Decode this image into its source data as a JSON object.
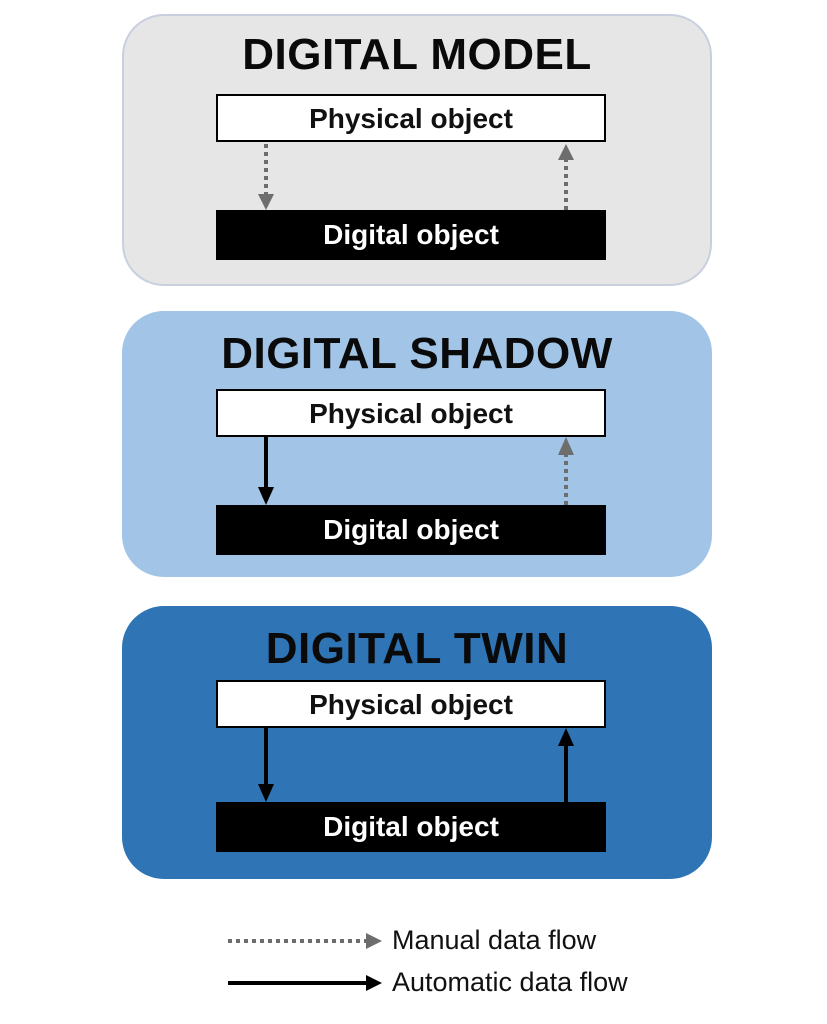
{
  "panels": [
    {
      "title": "DIGITAL MODEL",
      "physical_label": "Physical object",
      "digital_label": "Digital object",
      "flow_down": "manual",
      "flow_up": "manual",
      "background": "#e7e6e7"
    },
    {
      "title": "DIGITAL SHADOW",
      "physical_label": "Physical object",
      "digital_label": "Digital object",
      "flow_down": "automatic",
      "flow_up": "manual",
      "background": "#a1c4e7"
    },
    {
      "title": "DIGITAL TWIN",
      "physical_label": "Physical object",
      "digital_label": "Digital object",
      "flow_down": "automatic",
      "flow_up": "automatic",
      "background": "#2f74b5"
    }
  ],
  "legend": {
    "manual_label": "Manual data flow",
    "automatic_label": "Automatic data flow"
  },
  "colors": {
    "manual_arrow": "#6d6d6d",
    "automatic_arrow": "#000000"
  }
}
